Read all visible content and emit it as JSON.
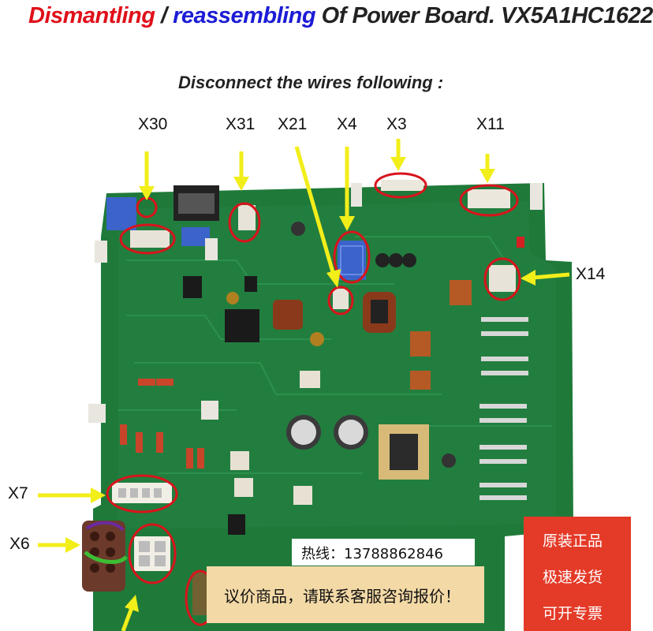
{
  "title": {
    "part1": "Dismantling",
    "sep": " / ",
    "part2": "reassembling",
    "part3": " Of Power Board. VX5A1HC1622"
  },
  "subtitle": "Disconnect the wires following :",
  "connectors": {
    "x30": "X30",
    "x31": "X31",
    "x21": "X21",
    "x4": "X4",
    "x3": "X3",
    "x11": "X11",
    "x14": "X14",
    "x7": "X7",
    "x6": "X6"
  },
  "promo": {
    "hotline": "热线：13788862846",
    "banner": "议价商品，请联系客服咨询报价！",
    "badge": [
      "原装正品",
      "极速发货",
      "可开专票"
    ]
  },
  "colors": {
    "title_red": "#e0101a",
    "title_blue": "#1c1cd6",
    "board_green": "#1f7a3a",
    "arrow_yellow": "#f2ee1a",
    "circle_red": "#d8141c",
    "promo_red": "#e43a28",
    "promo_bar": "#f3d9a6"
  }
}
